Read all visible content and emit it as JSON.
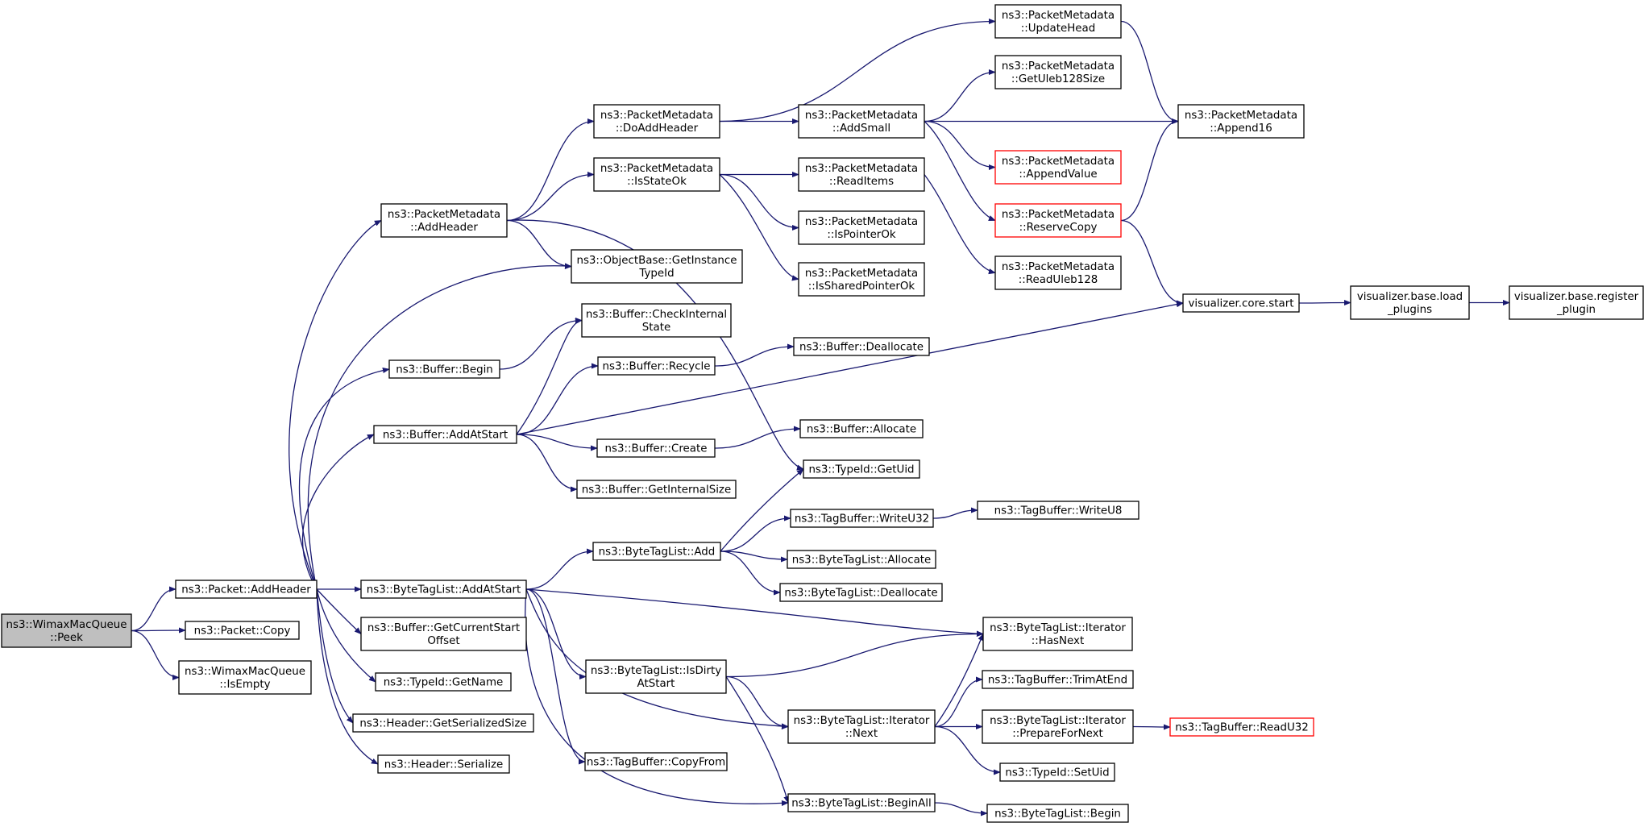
{
  "nodes": [
    {
      "id": "n0",
      "lines": [
        "ns3::WimaxMacQueue",
        "::Peek"
      ],
      "style": "root"
    },
    {
      "id": "n1",
      "lines": [
        "ns3::Packet::AddHeader"
      ]
    },
    {
      "id": "n2",
      "lines": [
        "ns3::Packet::Copy"
      ]
    },
    {
      "id": "n3",
      "lines": [
        "ns3::WimaxMacQueue",
        "::IsEmpty"
      ]
    },
    {
      "id": "n4",
      "lines": [
        "ns3::PacketMetadata",
        "::AddHeader"
      ]
    },
    {
      "id": "n5",
      "lines": [
        "ns3::ObjectBase::GetInstance",
        "TypeId"
      ]
    },
    {
      "id": "n6",
      "lines": [
        "ns3::Buffer::Begin"
      ]
    },
    {
      "id": "n7",
      "lines": [
        "ns3::Buffer::AddAtStart"
      ]
    },
    {
      "id": "n8",
      "lines": [
        "ns3::ByteTagList::AddAtStart"
      ]
    },
    {
      "id": "n9",
      "lines": [
        "ns3::Buffer::GetCurrentStart",
        "Offset"
      ]
    },
    {
      "id": "n10",
      "lines": [
        "ns3::TypeId::GetName"
      ]
    },
    {
      "id": "n11",
      "lines": [
        "ns3::Header::GetSerializedSize"
      ]
    },
    {
      "id": "n12",
      "lines": [
        "ns3::Header::Serialize"
      ]
    },
    {
      "id": "n13",
      "lines": [
        "ns3::PacketMetadata",
        "::DoAddHeader"
      ]
    },
    {
      "id": "n14",
      "lines": [
        "ns3::PacketMetadata",
        "::IsStateOk"
      ]
    },
    {
      "id": "n15",
      "lines": [
        "ns3::Buffer::CheckInternal",
        "State"
      ]
    },
    {
      "id": "n16",
      "lines": [
        "ns3::Buffer::Recycle"
      ]
    },
    {
      "id": "n17",
      "lines": [
        "ns3::Buffer::Create"
      ]
    },
    {
      "id": "n18",
      "lines": [
        "ns3::Buffer::GetInternalSize"
      ]
    },
    {
      "id": "n19",
      "lines": [
        "ns3::ByteTagList::Add"
      ]
    },
    {
      "id": "n20",
      "lines": [
        "ns3::ByteTagList::IsDirty",
        "AtStart"
      ]
    },
    {
      "id": "n21",
      "lines": [
        "ns3::TagBuffer::CopyFrom"
      ]
    },
    {
      "id": "n22",
      "lines": [
        "ns3::PacketMetadata",
        "::AddSmall"
      ]
    },
    {
      "id": "n23",
      "lines": [
        "ns3::PacketMetadata",
        "::ReadItems"
      ]
    },
    {
      "id": "n24",
      "lines": [
        "ns3::PacketMetadata",
        "::IsPointerOk"
      ]
    },
    {
      "id": "n25",
      "lines": [
        "ns3::PacketMetadata",
        "::IsSharedPointerOk"
      ]
    },
    {
      "id": "n26",
      "lines": [
        "ns3::Buffer::Deallocate"
      ]
    },
    {
      "id": "n27",
      "lines": [
        "ns3::Buffer::Allocate"
      ]
    },
    {
      "id": "n28",
      "lines": [
        "ns3::TypeId::GetUid"
      ]
    },
    {
      "id": "n29",
      "lines": [
        "ns3::TagBuffer::WriteU32"
      ]
    },
    {
      "id": "n30",
      "lines": [
        "ns3::ByteTagList::Allocate"
      ]
    },
    {
      "id": "n31",
      "lines": [
        "ns3::ByteTagList::Deallocate"
      ]
    },
    {
      "id": "n32",
      "lines": [
        "ns3::ByteTagList::Iterator",
        "::Next"
      ]
    },
    {
      "id": "n33",
      "lines": [
        "ns3::ByteTagList::BeginAll"
      ]
    },
    {
      "id": "n34",
      "lines": [
        "ns3::PacketMetadata",
        "::UpdateHead"
      ]
    },
    {
      "id": "n35",
      "lines": [
        "ns3::PacketMetadata",
        "::GetUleb128Size"
      ]
    },
    {
      "id": "n36",
      "lines": [
        "ns3::PacketMetadata",
        "::AppendValue"
      ],
      "style": "red"
    },
    {
      "id": "n37",
      "lines": [
        "ns3::PacketMetadata",
        "::ReserveCopy"
      ],
      "style": "red"
    },
    {
      "id": "n38",
      "lines": [
        "ns3::PacketMetadata",
        "::ReadUleb128"
      ]
    },
    {
      "id": "n39",
      "lines": [
        "ns3::TagBuffer::WriteU8"
      ]
    },
    {
      "id": "n40",
      "lines": [
        "ns3::ByteTagList::Iterator",
        "::HasNext"
      ]
    },
    {
      "id": "n41",
      "lines": [
        "ns3::TagBuffer::TrimAtEnd"
      ]
    },
    {
      "id": "n42",
      "lines": [
        "ns3::ByteTagList::Iterator",
        "::PrepareForNext"
      ]
    },
    {
      "id": "n43",
      "lines": [
        "ns3::TypeId::SetUid"
      ]
    },
    {
      "id": "n44",
      "lines": [
        "ns3::ByteTagList::Begin"
      ]
    },
    {
      "id": "n45",
      "lines": [
        "ns3::PacketMetadata",
        "::Append16"
      ]
    },
    {
      "id": "n46",
      "lines": [
        "visualizer.core.start"
      ]
    },
    {
      "id": "n47",
      "lines": [
        "visualizer.base.load",
        "_plugins"
      ]
    },
    {
      "id": "n48",
      "lines": [
        "visualizer.base.register",
        "_plugin"
      ]
    },
    {
      "id": "n49",
      "lines": [
        "ns3::TagBuffer::ReadU32"
      ],
      "style": "red"
    }
  ],
  "edges": [
    [
      "n0",
      "n1"
    ],
    [
      "n0",
      "n2"
    ],
    [
      "n0",
      "n3"
    ],
    [
      "n1",
      "n4"
    ],
    [
      "n1",
      "n5"
    ],
    [
      "n1",
      "n6"
    ],
    [
      "n1",
      "n7"
    ],
    [
      "n1",
      "n8"
    ],
    [
      "n1",
      "n9"
    ],
    [
      "n1",
      "n10"
    ],
    [
      "n1",
      "n11"
    ],
    [
      "n1",
      "n12"
    ],
    [
      "n4",
      "n13"
    ],
    [
      "n4",
      "n14"
    ],
    [
      "n4",
      "n5"
    ],
    [
      "n4",
      "n28"
    ],
    [
      "n13",
      "n34"
    ],
    [
      "n13",
      "n22"
    ],
    [
      "n14",
      "n23"
    ],
    [
      "n14",
      "n24"
    ],
    [
      "n14",
      "n25"
    ],
    [
      "n22",
      "n35"
    ],
    [
      "n22",
      "n45"
    ],
    [
      "n22",
      "n36"
    ],
    [
      "n22",
      "n37"
    ],
    [
      "n23",
      "n38"
    ],
    [
      "n34",
      "n45"
    ],
    [
      "n37",
      "n45"
    ],
    [
      "n37",
      "n46"
    ],
    [
      "n46",
      "n47"
    ],
    [
      "n47",
      "n48"
    ],
    [
      "n6",
      "n15"
    ],
    [
      "n7",
      "n15"
    ],
    [
      "n7",
      "n16"
    ],
    [
      "n7",
      "n46"
    ],
    [
      "n7",
      "n17"
    ],
    [
      "n7",
      "n18"
    ],
    [
      "n16",
      "n26"
    ],
    [
      "n17",
      "n27"
    ],
    [
      "n8",
      "n19"
    ],
    [
      "n8",
      "n40"
    ],
    [
      "n8",
      "n20"
    ],
    [
      "n8",
      "n32"
    ],
    [
      "n8",
      "n21"
    ],
    [
      "n8",
      "n33"
    ],
    [
      "n19",
      "n28"
    ],
    [
      "n19",
      "n29"
    ],
    [
      "n19",
      "n30"
    ],
    [
      "n19",
      "n31"
    ],
    [
      "n29",
      "n39"
    ],
    [
      "n20",
      "n40"
    ],
    [
      "n20",
      "n32"
    ],
    [
      "n20",
      "n33"
    ],
    [
      "n32",
      "n40"
    ],
    [
      "n32",
      "n41"
    ],
    [
      "n32",
      "n42"
    ],
    [
      "n32",
      "n43"
    ],
    [
      "n42",
      "n49"
    ],
    [
      "n33",
      "n44"
    ]
  ]
}
